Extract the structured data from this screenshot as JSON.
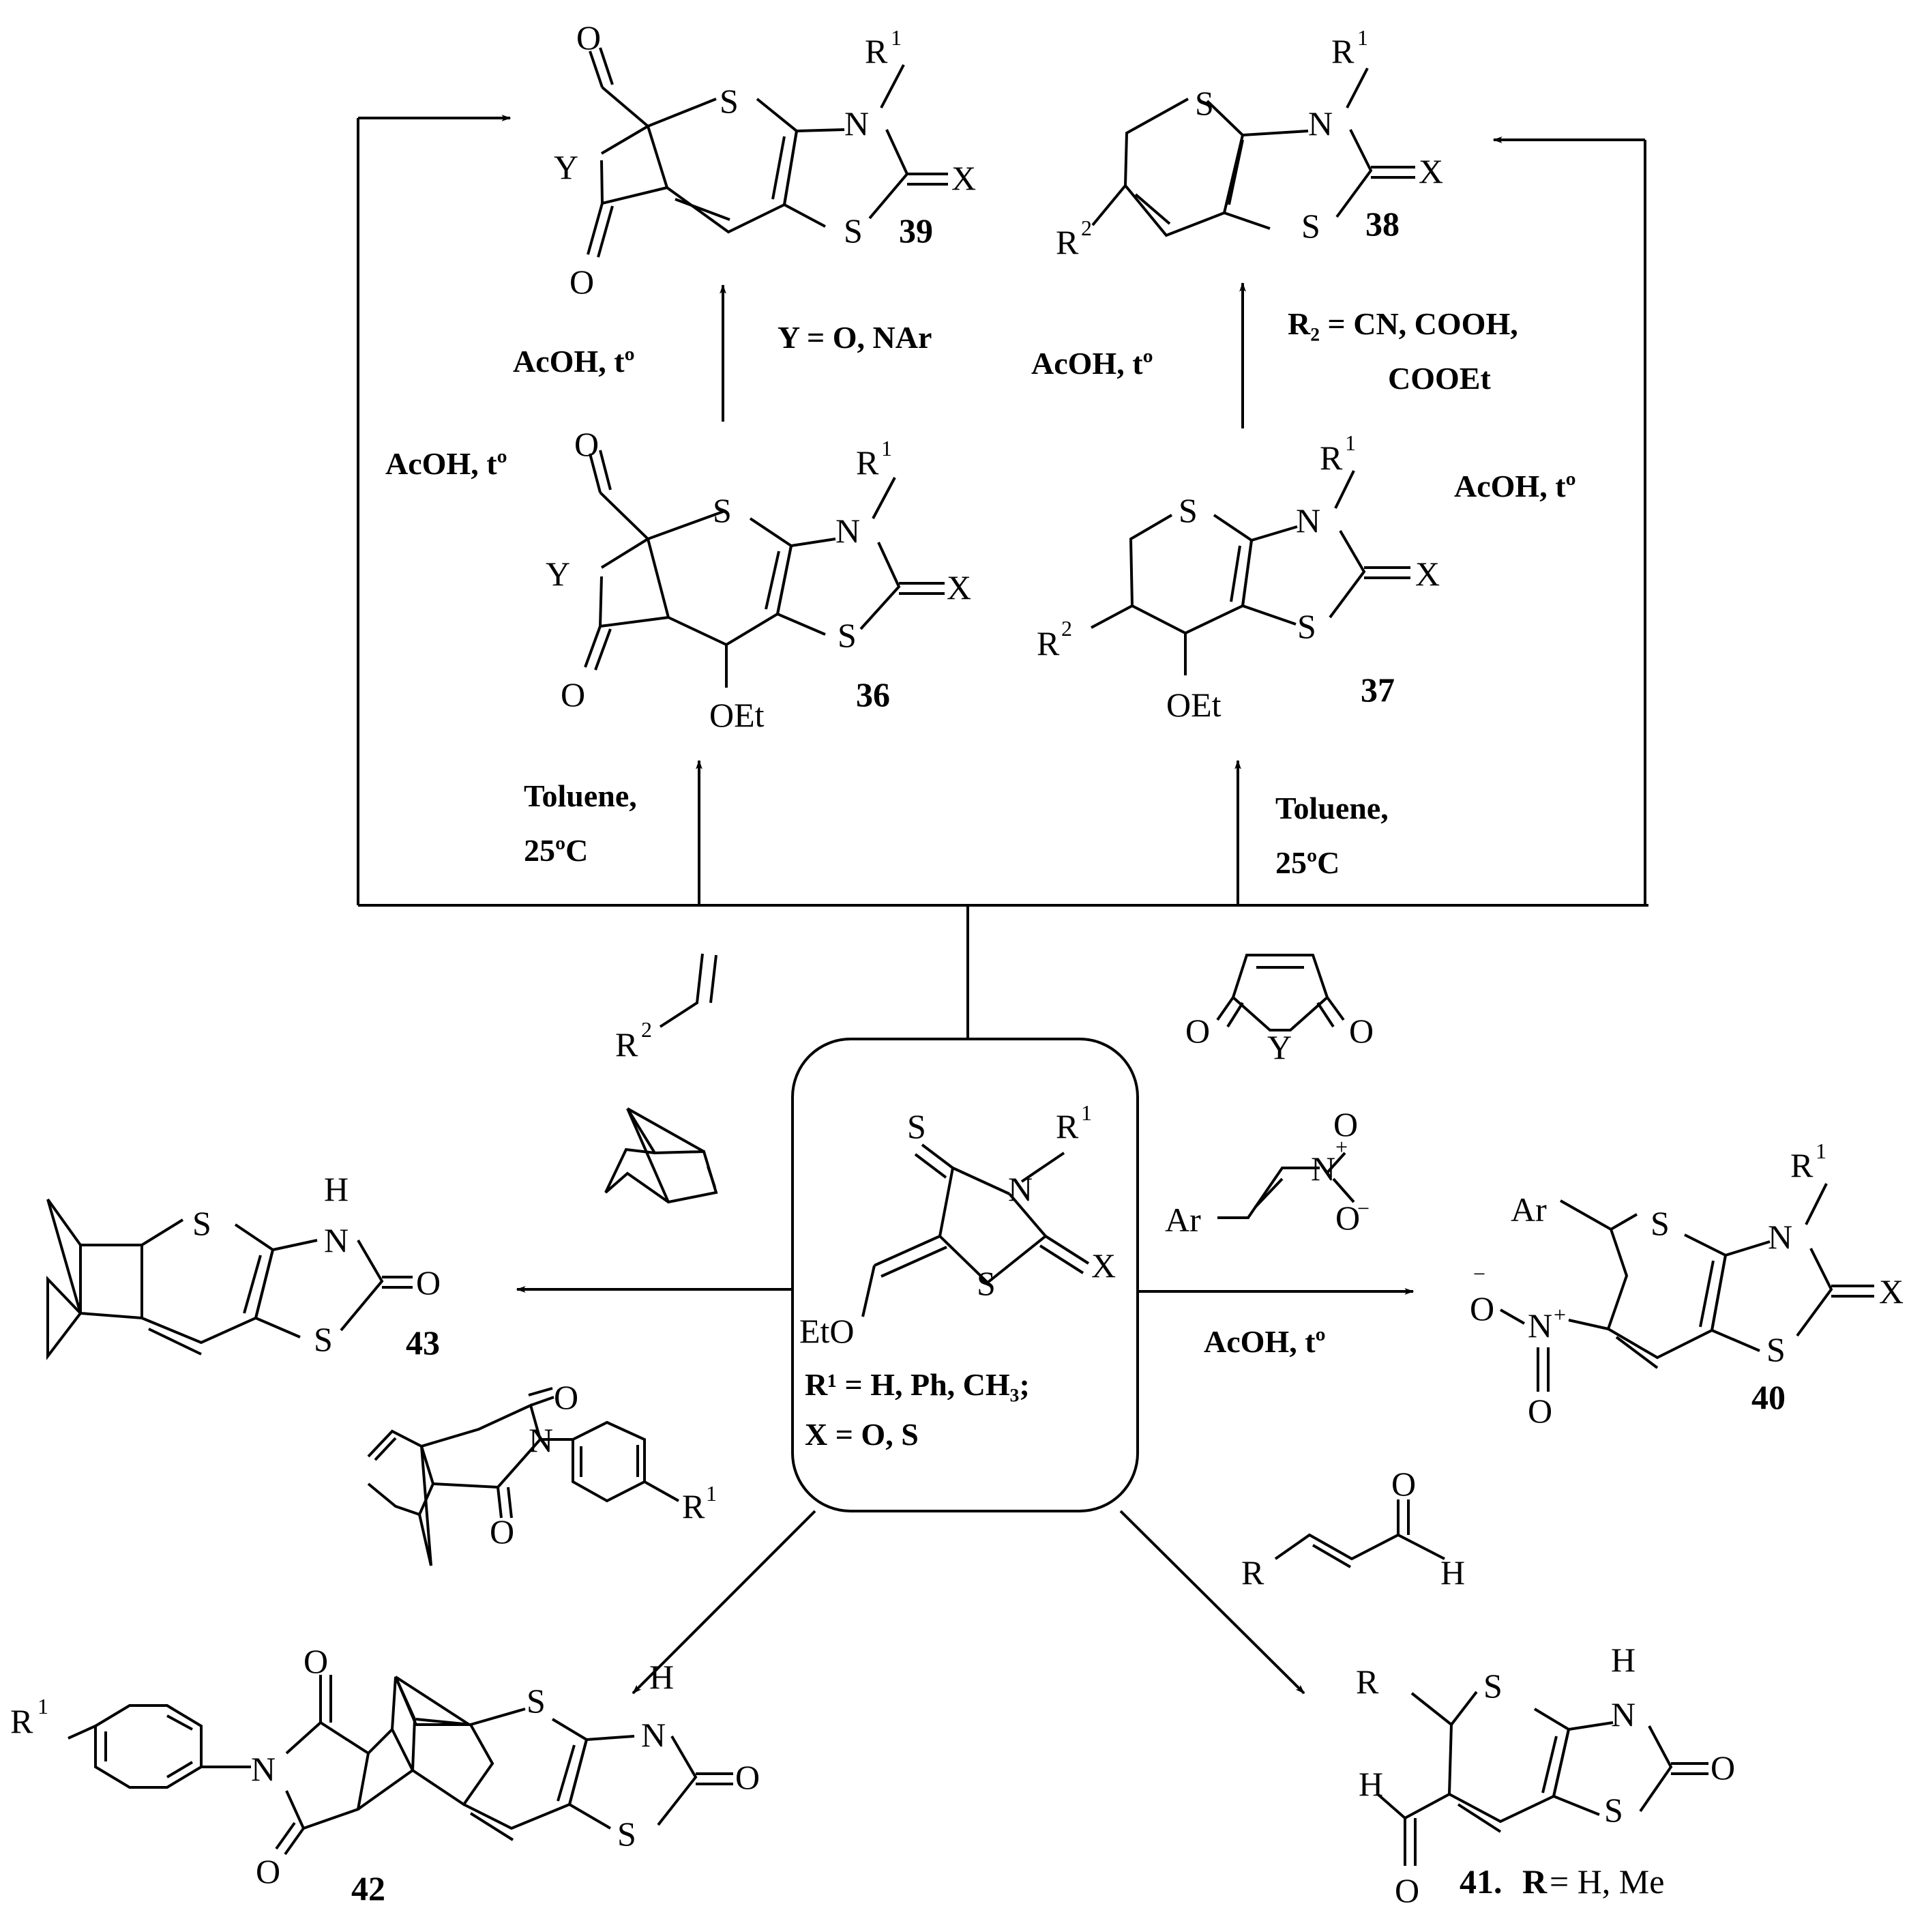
{
  "compounds": {
    "c39": {
      "number": "39",
      "note": "Y = O, NAr"
    },
    "c38": {
      "number": "38",
      "note_line1": "R₂ =  CN, COOH,",
      "note_line2": "COOEt"
    },
    "c36": {
      "number": "36"
    },
    "c37": {
      "number": "37"
    },
    "c40": {
      "number": "40"
    },
    "c41": {
      "number": "41.",
      "note_r": "R",
      "note_rest": "= H, Me"
    },
    "c42": {
      "number": "42"
    },
    "c43": {
      "number": "43"
    }
  },
  "start": {
    "line1": "R¹ = H, Ph, CH₃;",
    "line2": "X = O, S"
  },
  "conditions": {
    "acoh_39": "AcOH, tº",
    "acoh_38": "AcOH, tº",
    "acoh_left": "AcOH, tº",
    "acoh_right": "AcOH, tº",
    "acoh_40": "AcOH, tº",
    "toluene_left_1": "Toluene,",
    "toluene_left_2": "25ºC",
    "toluene_right_1": "Toluene,",
    "toluene_right_2": "25ºC"
  }
}
